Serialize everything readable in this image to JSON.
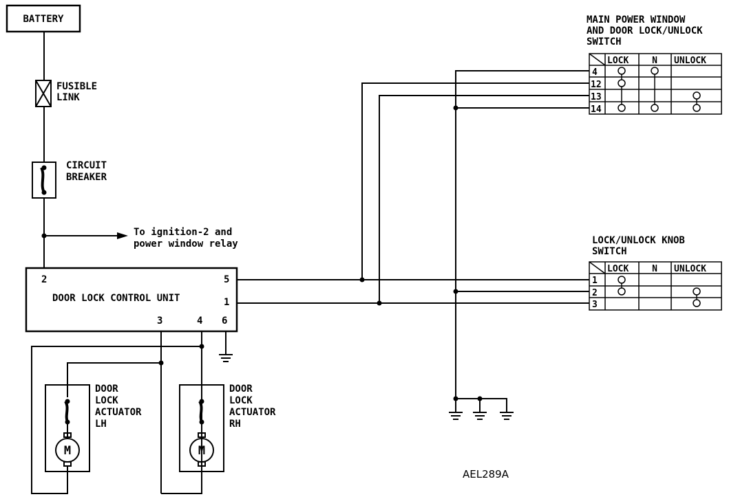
{
  "battery": {
    "label": "BATTERY"
  },
  "fusible_link": {
    "line1": "FUSIBLE",
    "line2": "LINK"
  },
  "circuit_breaker": {
    "line1": "CIRCUIT",
    "line2": "BREAKER"
  },
  "ignition_note": {
    "line1": "To ignition-2 and",
    "line2": "power window relay"
  },
  "control_unit": {
    "label": "DOOR LOCK CONTROL UNIT",
    "pins": {
      "p2": "2",
      "p5": "5",
      "p1": "1",
      "p3": "3",
      "p4": "4",
      "p6": "6"
    }
  },
  "actuator_lh": {
    "line1": "DOOR",
    "line2": "LOCK",
    "line3": "ACTUATOR",
    "line4": "LH",
    "motor": "M"
  },
  "actuator_rh": {
    "line1": "DOOR",
    "line2": "LOCK",
    "line3": "ACTUATOR",
    "line4": "RH",
    "motor": "M"
  },
  "main_switch": {
    "title1": "MAIN POWER WINDOW",
    "title2": "AND DOOR LOCK/UNLOCK",
    "title3": "SWITCH",
    "col_lock": "LOCK",
    "col_n": "N",
    "col_unlock": "UNLOCK",
    "rows": [
      "4",
      "12",
      "13",
      "14"
    ]
  },
  "knob_switch": {
    "title1": "LOCK/UNLOCK KNOB",
    "title2": "SWITCH",
    "col_lock": "LOCK",
    "col_n": "N",
    "col_unlock": "UNLOCK",
    "rows": [
      "1",
      "2",
      "3"
    ]
  },
  "reference_code": "AEL289A"
}
